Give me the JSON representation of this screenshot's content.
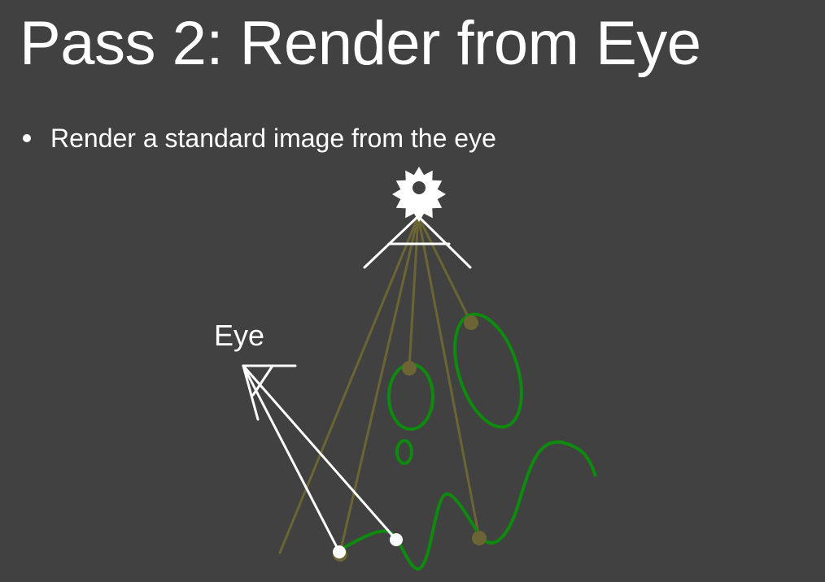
{
  "slide": {
    "title": "Pass 2: Render from Eye",
    "bullets": [
      "Render a standard image from the eye"
    ]
  },
  "diagram": {
    "eye_label": "Eye",
    "icons": {
      "light": "sun-icon",
      "light_camera": "light-frustum-icon",
      "eye_camera": "eye-frustum-icon"
    },
    "colors": {
      "background": "#414141",
      "text": "#ffffff",
      "light_rays": "#6b6535",
      "shadow_points": "#6b6535",
      "geometry": "#0e8a0e",
      "eye_rays": "#ffffff"
    }
  }
}
